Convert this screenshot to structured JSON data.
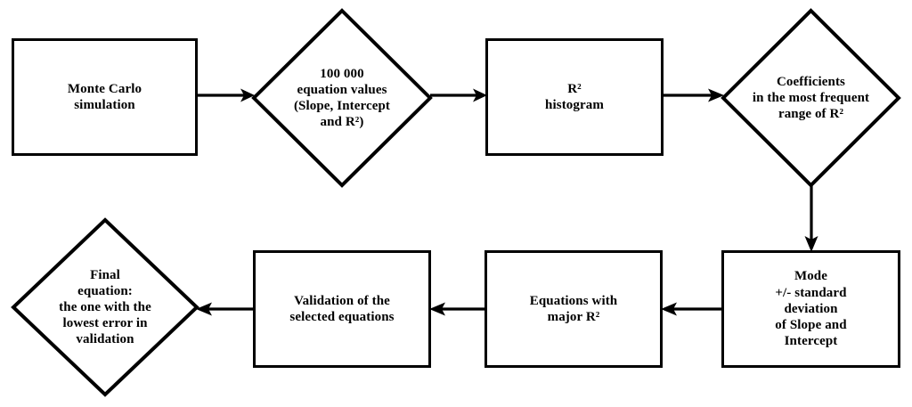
{
  "diagram": {
    "title": "Monte Carlo equation-selection flowchart",
    "background_color": "#ffffff",
    "line_color": "#000000",
    "text_color": "#000000",
    "nodes": [
      {
        "id": "monte-carlo-simulation",
        "shape": "rectangle",
        "label": "Monte Carlo\nsimulation"
      },
      {
        "id": "equation-values",
        "shape": "diamond",
        "label": "100 000\nequation values\n(Slope, Intercept\nand R²)"
      },
      {
        "id": "r2-histogram",
        "shape": "rectangle",
        "label": "R²\nhistogram"
      },
      {
        "id": "coefficients-most-frequent",
        "shape": "diamond",
        "label": "Coefficients\nin the most frequent\nrange of R²"
      },
      {
        "id": "mode-standard-deviation",
        "shape": "rectangle",
        "label": "Mode\n+/- standard\ndeviation\nof Slope and\nIntercept"
      },
      {
        "id": "equations-major-r2",
        "shape": "rectangle",
        "label": "Equations with\nmajor R²"
      },
      {
        "id": "validation-selected-equations",
        "shape": "rectangle",
        "label": "Validation of the\nselected equations"
      },
      {
        "id": "final-equation",
        "shape": "diamond",
        "label": "Final\nequation:\nthe one with the\nlowest error in\nvalidation"
      }
    ],
    "edges": [
      {
        "id": "edge-1",
        "from": "monte-carlo-simulation",
        "to": "equation-values",
        "direction": "right"
      },
      {
        "id": "edge-2",
        "from": "equation-values",
        "to": "r2-histogram",
        "direction": "right"
      },
      {
        "id": "edge-3",
        "from": "r2-histogram",
        "to": "coefficients-most-frequent",
        "direction": "right"
      },
      {
        "id": "edge-4",
        "from": "coefficients-most-frequent",
        "to": "mode-standard-deviation",
        "direction": "down"
      },
      {
        "id": "edge-5",
        "from": "mode-standard-deviation",
        "to": "equations-major-r2",
        "direction": "left"
      },
      {
        "id": "edge-6",
        "from": "equations-major-r2",
        "to": "validation-selected-equations",
        "direction": "left"
      },
      {
        "id": "edge-7",
        "from": "validation-selected-equations",
        "to": "final-equation",
        "direction": "left"
      }
    ]
  }
}
